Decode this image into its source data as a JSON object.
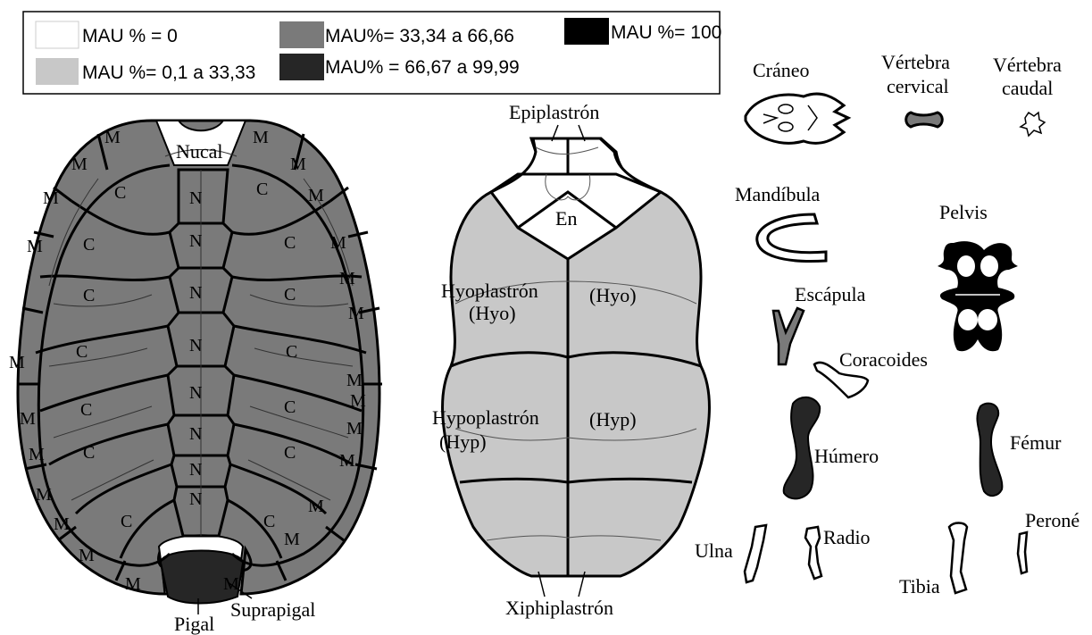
{
  "colors": {
    "mau_0": "#ffffff",
    "mau_0_1_33": "#c8c8c8",
    "mau_33_66": "#7a7a7a",
    "mau_66_99": "#262626",
    "mau_100": "#000000",
    "outline": "#000000"
  },
  "legend": {
    "items": [
      {
        "label": "MAU % = 0",
        "color_key": "mau_0"
      },
      {
        "label": "MAU%= 33,34 a 66,66",
        "color_key": "mau_33_66"
      },
      {
        "label": "MAU %= 100",
        "color_key": "mau_100"
      },
      {
        "label": "MAU %= 0,1 a 33,33",
        "color_key": "mau_0_1_33"
      },
      {
        "label": "MAU% = 66,67 a 99,99",
        "color_key": "mau_66_99"
      }
    ]
  },
  "carapace": {
    "nucal": "Nucal",
    "pigal": "Pigal",
    "suprapigal": "Suprapigal",
    "neural": "N",
    "costal": "C",
    "marginal": "M"
  },
  "plastron": {
    "epiplastron": "Epiplastrón",
    "entoplastron": "En",
    "hyoplastron": "Hyoplastrón",
    "hyo_abbr": "(Hyo)",
    "hypoplastron": "Hypoplastrón",
    "hyp_abbr": "(Hyp)",
    "xiphiplastron": "Xiphiplastrón"
  },
  "bones": {
    "craneo": "Cráneo",
    "vertebra_cervical_1": "Vértebra",
    "vertebra_cervical_2": "cervical",
    "vertebra_caudal_1": "Vértebra",
    "vertebra_caudal_2": "caudal",
    "mandibula": "Mandíbula",
    "pelvis": "Pelvis",
    "escapula": "Escápula",
    "coracoides": "Coracoides",
    "humero": "Húmero",
    "femur": "Fémur",
    "ulna": "Ulna",
    "radio": "Radio",
    "tibia": "Tibia",
    "perone": "Peroné"
  }
}
